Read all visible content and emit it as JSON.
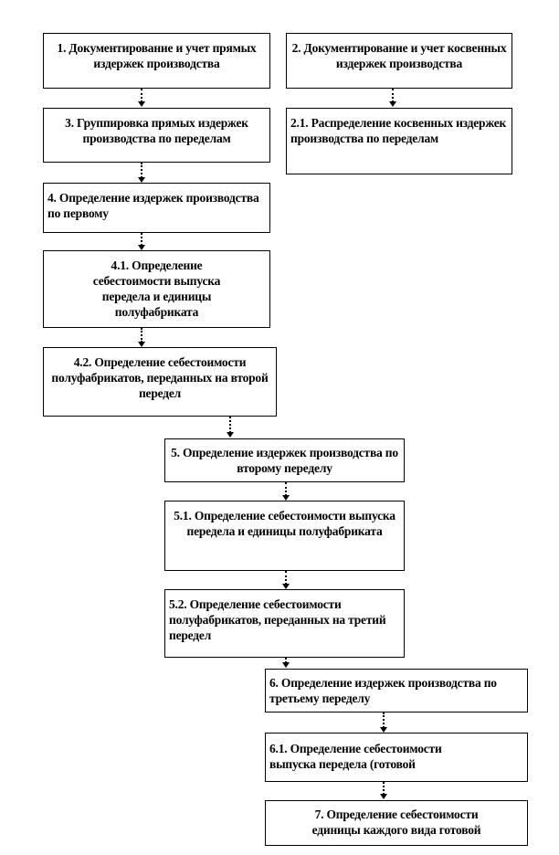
{
  "boxes": {
    "b1": "1. Документирование и учет прямых издержек производства",
    "b2": "2. Документирование и учет косвенных издержек производства",
    "b3": "3. Группировка прямых издержек производства по переделам",
    "b21": "2.1. Распределение косвенных издержек производства по переделам",
    "b4": "4. Определение издержек производства по первому",
    "b41": "4.1. Определение себестоимости выпуска передела и единицы полуфабриката",
    "b42": "4.2. Определение себестоимости полуфабрикатов, переданных на второй передел",
    "b5": "5. Определение издержек производства по второму переделу",
    "b51": "5.1. Определение себестоимости выпуска передела и единицы полуфабриката",
    "b52": "5.2. Определение себестоимости полуфабрикатов, переданных на третий передел",
    "b6": "6. Определение издержек производства по третьему переделу",
    "b61": "6.1. Определение себестоимости выпуска передела (готовой",
    "b7": "7. Определение себестоимости единицы каждого вида готовой"
  }
}
